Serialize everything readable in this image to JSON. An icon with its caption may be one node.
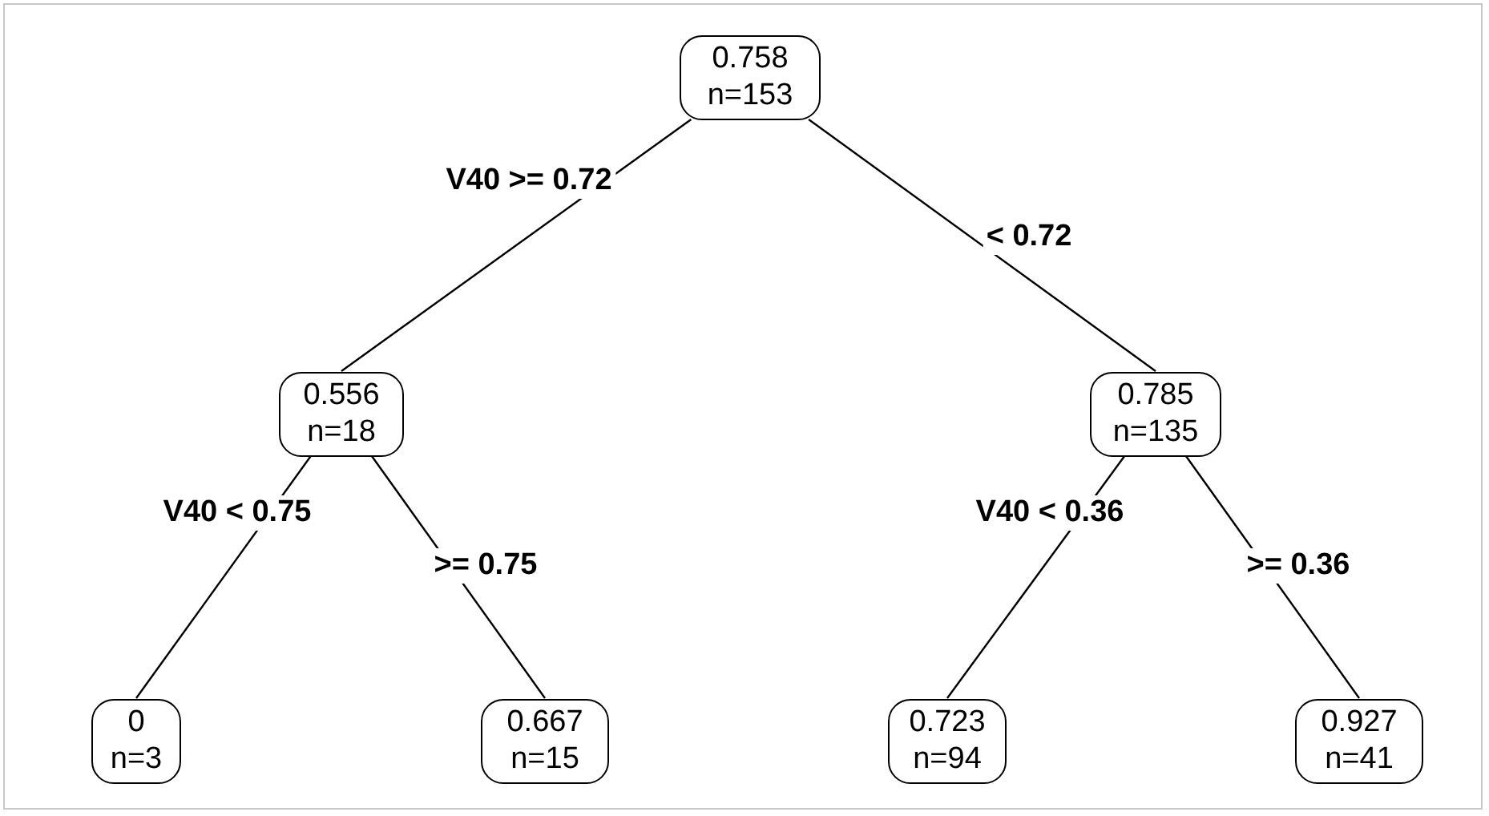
{
  "diagram": {
    "nodes": [
      {
        "text": [
          "0.758",
          "n=153"
        ]
      },
      {
        "text": [
          "0.556",
          "n=18"
        ]
      },
      {
        "text": [
          "0.785",
          "n=135"
        ]
      },
      {
        "text": [
          "0",
          "n=3"
        ]
      },
      {
        "text": [
          "0.667",
          "n=15"
        ]
      },
      {
        "text": [
          "0.723",
          "n=94"
        ]
      },
      {
        "text": [
          "0.927",
          "n=41"
        ]
      }
    ],
    "edges": [
      {
        "from": 0,
        "to": 1,
        "arrow": "none",
        "label": "V40 >= 0.72"
      },
      {
        "from": 0,
        "to": 2,
        "arrow": "none",
        "label": "< 0.72"
      },
      {
        "from": 1,
        "to": 3,
        "arrow": "none",
        "label": "V40 < 0.75"
      },
      {
        "from": 1,
        "to": 4,
        "arrow": "none",
        "label": ">= 0.75"
      },
      {
        "from": 2,
        "to": 5,
        "arrow": "none",
        "label": "V40 < 0.36"
      },
      {
        "from": 2,
        "to": 6,
        "arrow": "none",
        "label": ">= 0.36"
      }
    ]
  }
}
